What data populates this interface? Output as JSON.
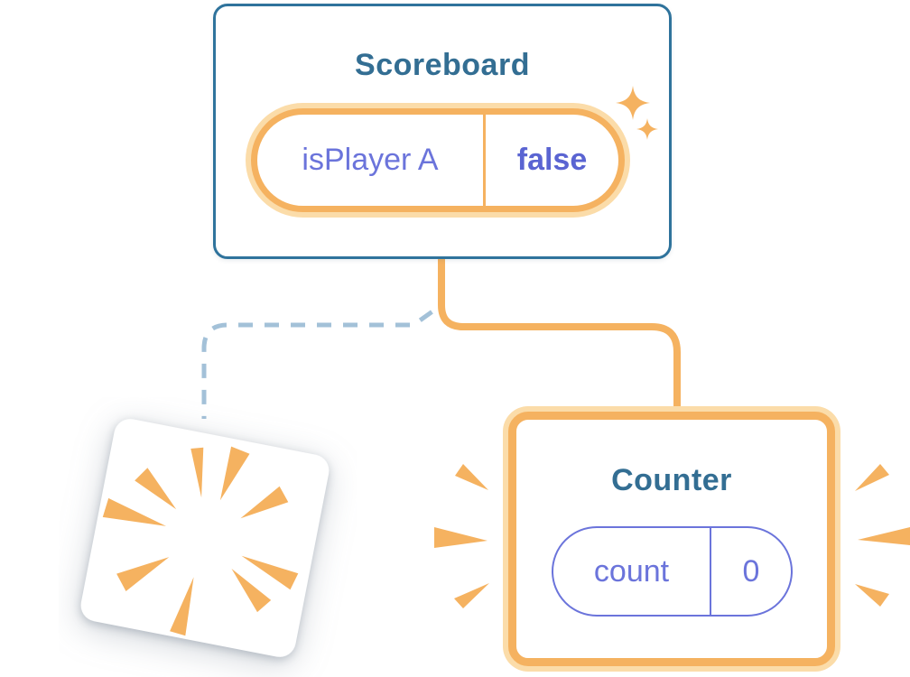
{
  "diagram_title": "component-state-tree",
  "colors": {
    "teal_border": "#2F739C",
    "teal_text": "#336E93",
    "purple": "#6B74DB",
    "purple_deep": "#5A64D2",
    "orange": "#F5B260",
    "orange_glow": "#FBDCA9",
    "dashed_blue": "#A3C1D8",
    "card_bg": "#FFFFFF"
  },
  "scoreboard": {
    "title": "Scoreboard",
    "state_pill": {
      "name": "isPlayer A",
      "value": "false"
    }
  },
  "counter": {
    "title": "Counter",
    "state_pill": {
      "name": "count",
      "value": "0"
    }
  },
  "icons": {
    "sparkle": "four-point-sparkle-stars",
    "poof": "destroyed-component-burst",
    "emphasis": "attention-ray-wedges",
    "solid_connector": "active-child-link",
    "dashed_connector": "removed-child-link"
  }
}
